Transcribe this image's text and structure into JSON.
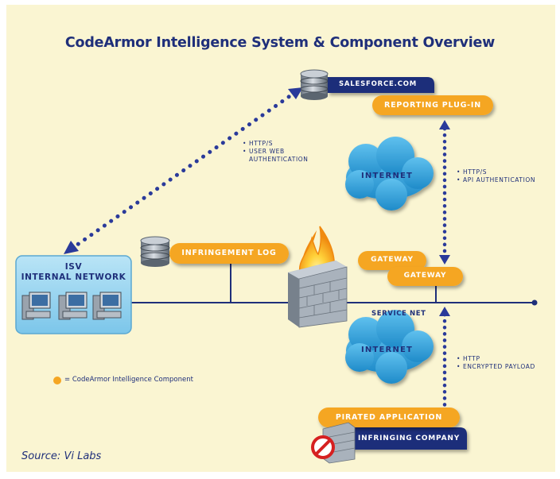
{
  "title": "CodeArmor Intelligence System & Component Overview",
  "nodes": {
    "salesforce": "SALESFORCE.COM",
    "reporting_plugin": "REPORTING PLUG-IN",
    "internet_top": "INTERNET",
    "internet_bottom": "INTERNET",
    "isv_line1": "ISV",
    "isv_line2": "INTERNAL NETWORK",
    "infringement_log": "INFRINGEMENT LOG",
    "gateway_back": "GATEWAY",
    "gateway_front": "GATEWAY",
    "service_net": "SERVICE NET",
    "pirated_application": "PIRATED APPLICATION",
    "infringing_company": "INFRINGING COMPANY"
  },
  "notes": {
    "left_line1": "• HTTP/S",
    "left_line2": "• USER WEB",
    "left_line3": "AUTHENTICATION",
    "right_top_line1": "• HTTP/S",
    "right_top_line2": "• API AUTHENTICATION",
    "right_bottom_line1": "• HTTP",
    "right_bottom_line2": "• ENCRYPTED PAYLOAD"
  },
  "legend": "= CodeArmor Intelligence Component",
  "source": "Source: Vi Labs",
  "colors": {
    "background": "#faf5d2",
    "navy": "#1f2f7a",
    "orange": "#f5a623",
    "cloud": "#2f9fd8",
    "isv_box": "#8fd0ee",
    "dots": "#2a3a9a"
  },
  "icons": [
    "database-icon",
    "computer-icon",
    "firewall-fire-icon",
    "cloud-icon",
    "no-entry-icon"
  ]
}
